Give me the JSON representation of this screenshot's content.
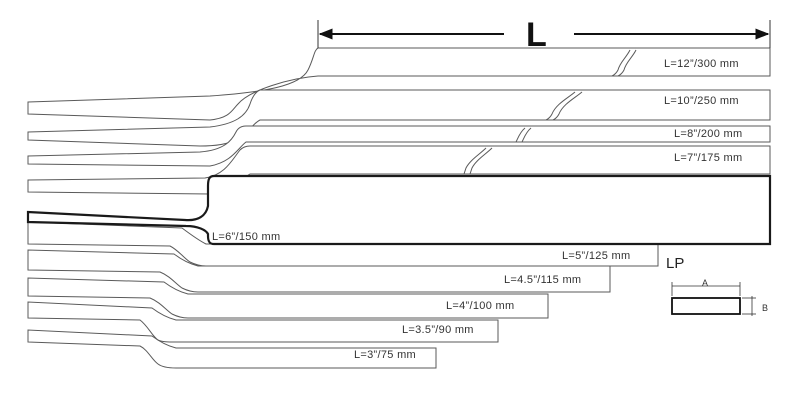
{
  "length_symbol": "L",
  "profile_code": "LP",
  "cross_section": {
    "width_symbol": "A",
    "thickness_symbol": "B"
  },
  "sizes": [
    {
      "label": "L=12”/300 mm"
    },
    {
      "label": "L=10”/250 mm"
    },
    {
      "label": "L=8”/200 mm"
    },
    {
      "label": "L=7”/175 mm"
    },
    {
      "label": "L=6”/150 mm"
    },
    {
      "label": "L=5”/125 mm"
    },
    {
      "label": "L=4.5”/115 mm"
    },
    {
      "label": "L=4”/100 mm"
    },
    {
      "label": "L=3.5”/90 mm"
    },
    {
      "label": "L=3”/75 mm"
    }
  ]
}
